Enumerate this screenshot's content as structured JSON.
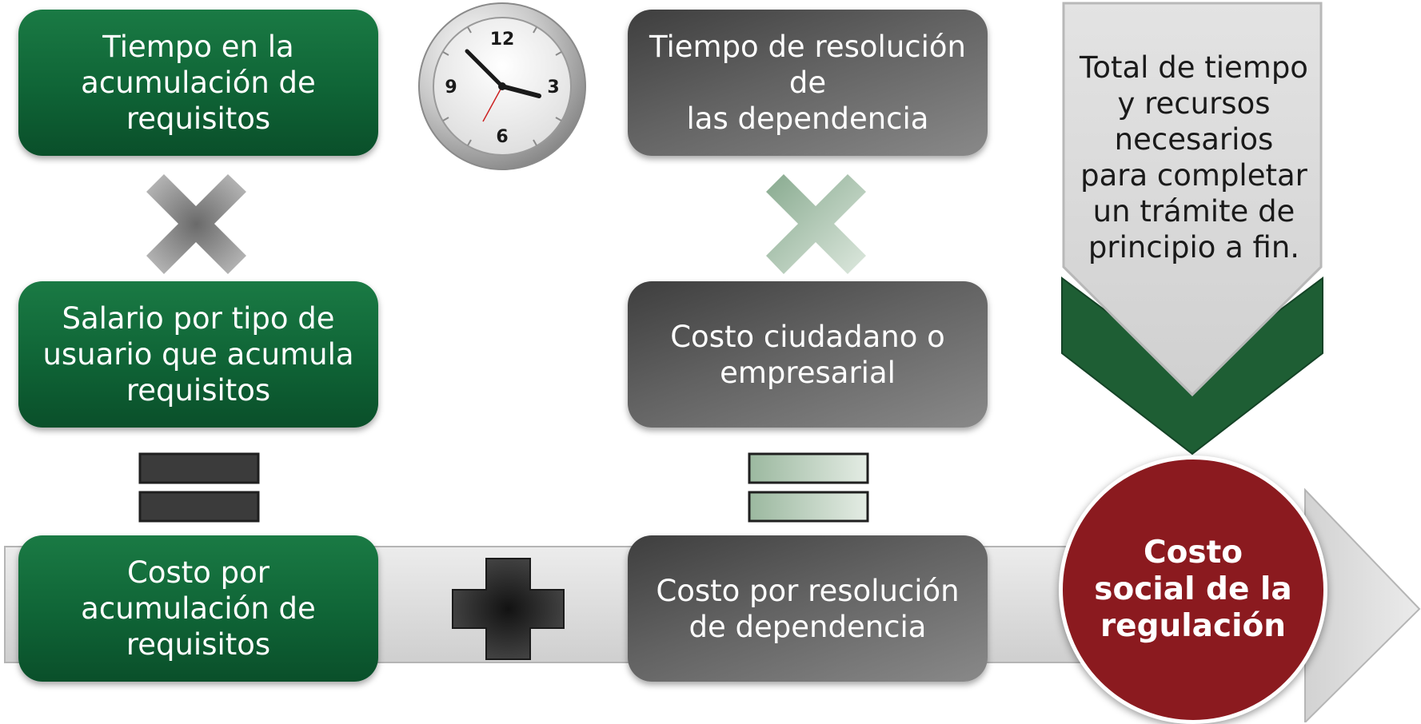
{
  "left_column": {
    "box1": "Tiempo en la\nacumulación de\nrequisitos",
    "box2": "Salario por tipo de\nusuario que acumula\nrequisitos",
    "box3": "Costo por\nacumulación de\nrequisitos"
  },
  "middle_column": {
    "box1": "Tiempo de resolución de\nlas dependencia",
    "box2": "Costo ciudadano o\nempresarial",
    "box3": "Costo por resolución\nde dependencia"
  },
  "right_column": {
    "total_text": "Total de tiempo\ny recursos\nnecesarios\npara completar\nun trámite de\nprincipio a fin.",
    "result": "Costo\nsocial de la\nregulación"
  },
  "clock": {
    "labels": [
      "12",
      "3",
      "6",
      "9"
    ]
  },
  "colors": {
    "green": "#0f6436",
    "gray": "#626262",
    "result_red": "#8b1a1f",
    "arrow_band": "#d6d6d6",
    "chevron_green": "#1e5e34"
  },
  "icons": [
    "multiply-icon",
    "equals-icon",
    "plus-icon",
    "clock-icon",
    "chevron-down-icon",
    "arrow-right-icon"
  ]
}
